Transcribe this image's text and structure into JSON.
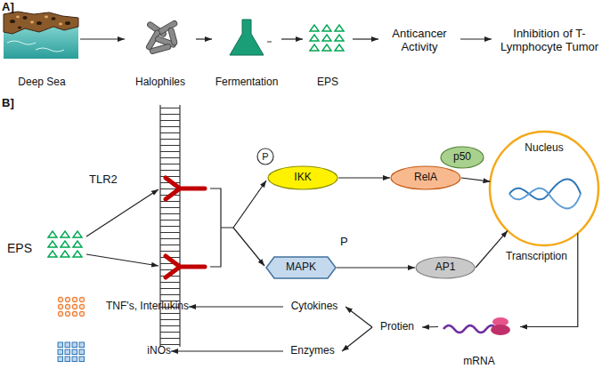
{
  "diagram": {
    "nodes": [
      {
        "text": [
          "Deep Sea"
        ]
      },
      {
        "text": [
          "Halophiles"
        ]
      },
      {
        "text": [
          "Fermentation"
        ]
      },
      {
        "text": [
          "EPS"
        ]
      },
      {
        "text": [
          "Anticancer Activity"
        ]
      },
      {
        "text": [
          "Inhibition of T-Lymphocyte Tumor"
        ]
      },
      {
        "text": [
          "EPS"
        ]
      },
      {
        "text": [
          "IKK"
        ]
      },
      {
        "text": [
          "P"
        ]
      },
      {
        "text": [
          "MAPK"
        ]
      },
      {
        "text": [
          "RelA"
        ]
      },
      {
        "text": [
          "p50"
        ]
      },
      {
        "text": [
          "AP1"
        ]
      },
      {
        "text": [
          "Nucleus",
          "Transcription"
        ]
      },
      {
        "text": [
          "mRNA"
        ]
      },
      {
        "text": [
          "Protien"
        ]
      },
      {
        "text": [
          "Cytokines"
        ]
      },
      {
        "text": [
          "Enzymes"
        ]
      },
      {
        "text": [
          "TNF's, Interlukins"
        ]
      },
      {
        "text": [
          "iNOs"
        ]
      }
    ],
    "edges": [
      {
        "from": 0,
        "to": 1,
        "arrow": "to"
      },
      {
        "from": 1,
        "to": 2,
        "arrow": "to"
      },
      {
        "from": 2,
        "to": 3,
        "arrow": "to"
      },
      {
        "from": 3,
        "to": 4,
        "arrow": "to"
      },
      {
        "from": 4,
        "to": 5,
        "arrow": "to"
      },
      {
        "from": 7,
        "to": 10,
        "arrow": "to"
      },
      {
        "from": 9,
        "to": 12,
        "arrow": "to"
      },
      {
        "from": 10,
        "to": 13,
        "arrow": "to"
      },
      {
        "from": 12,
        "to": 13,
        "arrow": "to"
      },
      {
        "from": 13,
        "to": 14,
        "arrow": "to"
      },
      {
        "from": 14,
        "to": 15,
        "arrow": "to"
      },
      {
        "from": 15,
        "to": 16,
        "arrow": "to"
      },
      {
        "from": 15,
        "to": 17,
        "arrow": "to"
      },
      {
        "from": 16,
        "to": 18,
        "arrow": "to"
      },
      {
        "from": 17,
        "to": 19,
        "arrow": "to"
      }
    ],
    "labels": [
      "A]",
      "B]",
      "TLR2",
      "P"
    ]
  }
}
